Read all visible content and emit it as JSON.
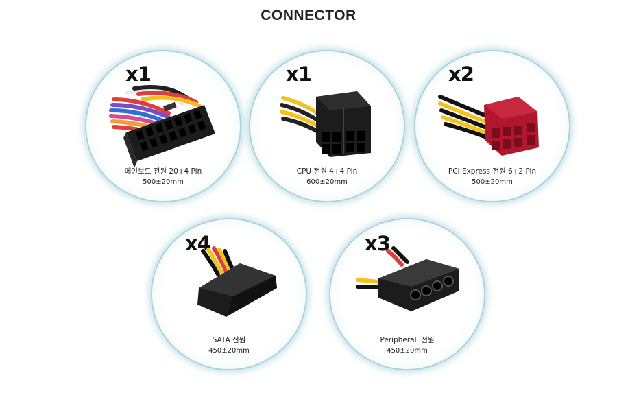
{
  "title": "CONNECTOR",
  "connectors": [
    {
      "qty": "x1",
      "name": "메인보드 전원 20+4 Pin",
      "length": "500±20mm"
    },
    {
      "qty": "x1",
      "name": "CPU 전원 4+4 Pin",
      "length": "600±20mm"
    },
    {
      "qty": "x2",
      "name": "PCI Express 전원 6+2 Pin",
      "length": "500±20mm"
    },
    {
      "qty": "x4",
      "name": "SATA 전원",
      "length": "450±20mm"
    },
    {
      "qty": "x3",
      "name": "Peripheral  전원",
      "length": "450±20mm"
    }
  ],
  "colors": {
    "ring": "#a9d3dd",
    "pcie_connector": "#b0172c",
    "connector_body": "#1c1c1c"
  }
}
